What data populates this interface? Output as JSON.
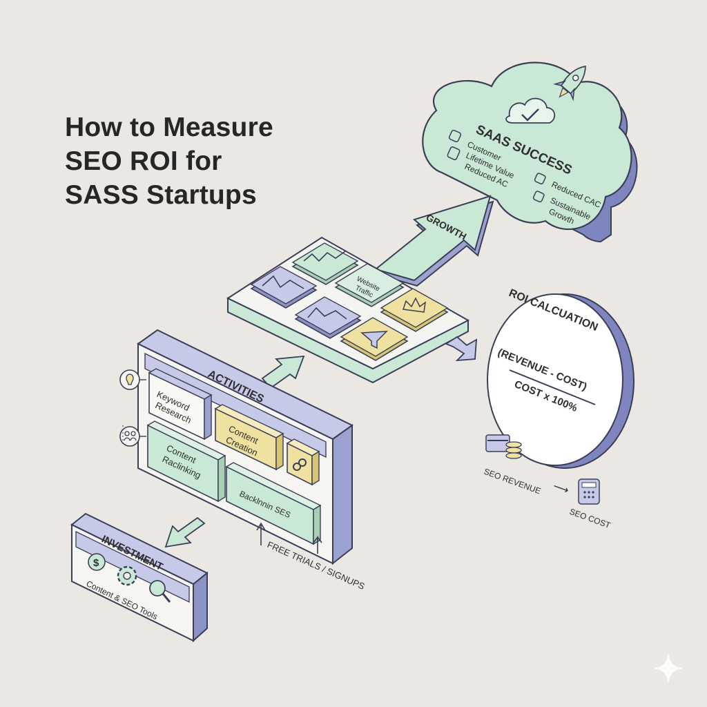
{
  "title": {
    "line1": "How to Measure",
    "line2": "SEO ROI for",
    "line3": "SASS Startups"
  },
  "success_cloud": {
    "heading": "SAAS SUCCESS",
    "item_customer_line1": "Customer",
    "item_customer_line2": "Lifetime Value",
    "item_customer_line3": "Reduced AC",
    "item_cac": "Reduced CAC",
    "item_growth_line1": "Sustainable",
    "item_growth_line2": "Growth"
  },
  "growth_arrow": {
    "label": "GROWTH"
  },
  "dashboard": {
    "tile_traffic_line1": "Website",
    "tile_traffic_line2": "Traffic"
  },
  "activities": {
    "heading": "ACTIVITIES",
    "keyword_line1": "Keyword",
    "keyword_line2": "Research",
    "content_creation_line1": "Content",
    "content_creation_line2": "Creation",
    "content_ranking_line1": "Content",
    "content_ranking_line2": "Raclinking",
    "backlink": "Backlnnin SES",
    "signups": "FREE TRIALS / SIGNUPS"
  },
  "investment": {
    "heading": "INVESTMENT",
    "subtitle": "Content & SEO Tools"
  },
  "roi": {
    "heading": "ROI CALCUATION",
    "formula_top": "(REVENUE - COST)",
    "formula_bottom": "COST x 100%",
    "seo_revenue": "SEO REVENUE",
    "seo_cost": "SEO COST"
  },
  "colors": {
    "background": "#ebe8e3",
    "mint": "#c6e6d3",
    "lavender": "#a7acd6",
    "yellow": "#efe2a0",
    "outline": "#3a3d55"
  }
}
